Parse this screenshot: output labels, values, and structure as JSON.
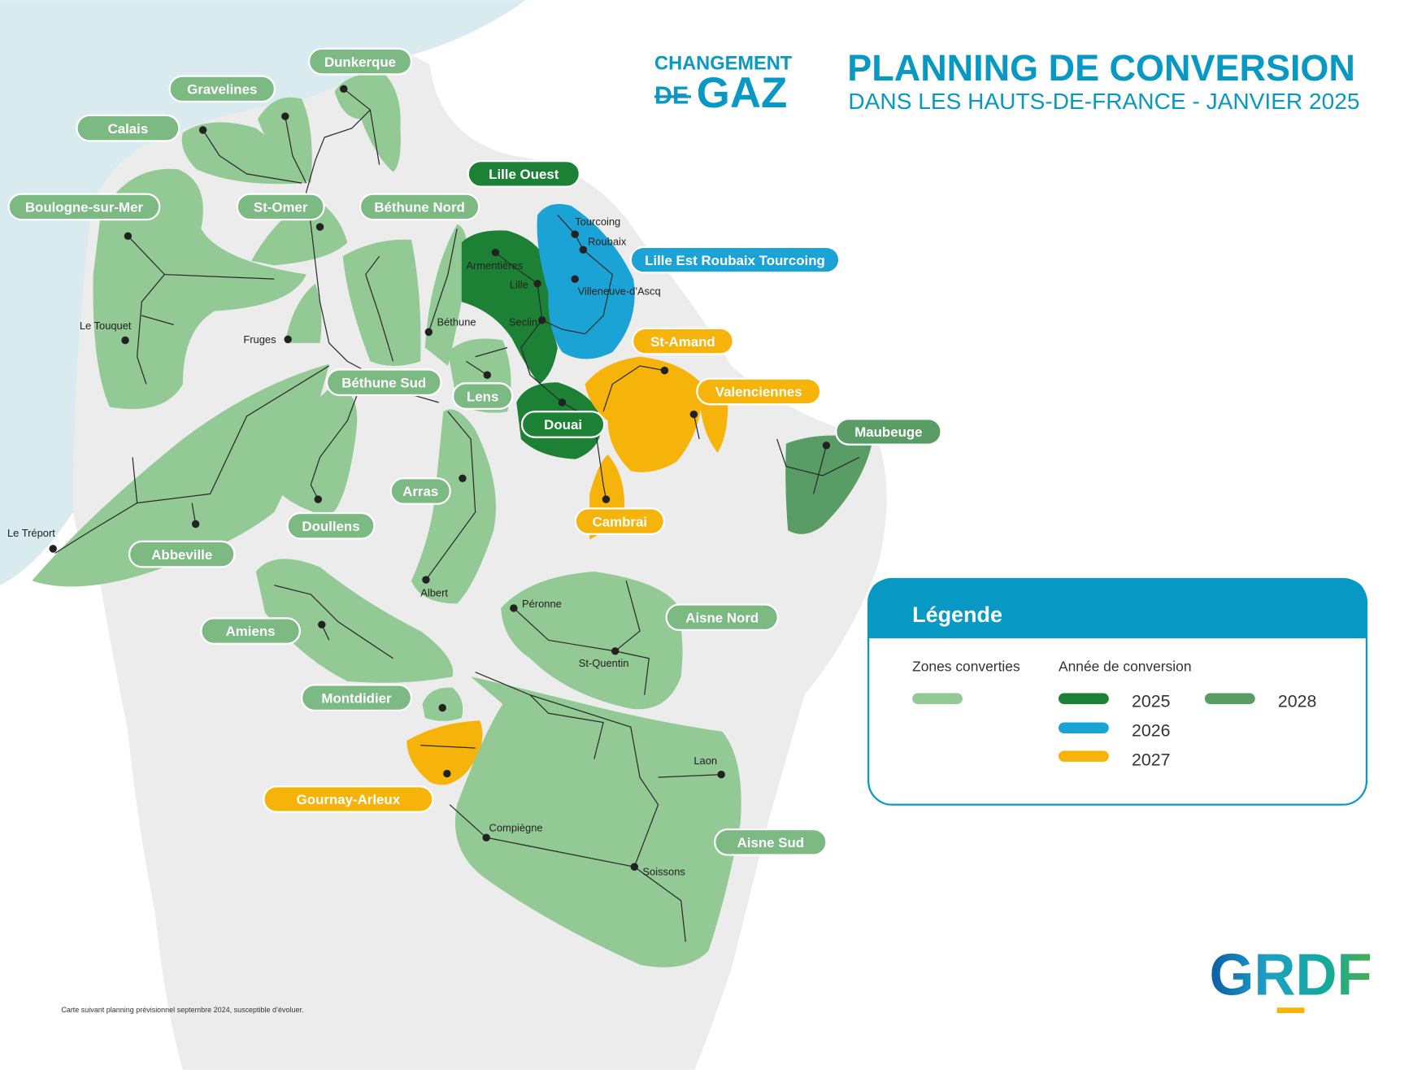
{
  "header": {
    "logo_line1": "CHANGEMENT",
    "logo_line2a": "DE",
    "logo_line2b": "GAZ",
    "title": "PLANNING DE CONVERSION",
    "subtitle": "DANS LES HAUTS-DE-FRANCE - JANVIER 2025"
  },
  "colors": {
    "converted": "#93c995",
    "converted_pill": "#7cb983",
    "y2025": "#1d8135",
    "y2026": "#1ba3d6",
    "y2027": "#f6b30a",
    "y2028": "#5a9c66",
    "brand": "#0799c3"
  },
  "zones": [
    {
      "name": "Dunkerque",
      "status": "converted"
    },
    {
      "name": "Gravelines",
      "status": "converted"
    },
    {
      "name": "Calais",
      "status": "converted"
    },
    {
      "name": "Boulogne-sur-Mer",
      "status": "converted"
    },
    {
      "name": "St-Omer",
      "status": "converted"
    },
    {
      "name": "Béthune Nord",
      "status": "converted"
    },
    {
      "name": "Lille Ouest",
      "status": "2025"
    },
    {
      "name": "Lille Est Roubaix Tourcoing",
      "status": "2026"
    },
    {
      "name": "St-Amand",
      "status": "2027"
    },
    {
      "name": "Valenciennes",
      "status": "2027"
    },
    {
      "name": "Béthune Sud",
      "status": "converted"
    },
    {
      "name": "Lens",
      "status": "converted"
    },
    {
      "name": "Douai",
      "status": "2025"
    },
    {
      "name": "Maubeuge",
      "status": "2028"
    },
    {
      "name": "Arras",
      "status": "converted"
    },
    {
      "name": "Doullens",
      "status": "converted"
    },
    {
      "name": "Cambrai",
      "status": "2027"
    },
    {
      "name": "Abbeville",
      "status": "converted"
    },
    {
      "name": "Amiens",
      "status": "converted"
    },
    {
      "name": "Aisne Nord",
      "status": "converted"
    },
    {
      "name": "Montdidier",
      "status": "converted"
    },
    {
      "name": "Gournay-Arleux",
      "status": "2027"
    },
    {
      "name": "Aisne Sud",
      "status": "converted"
    }
  ],
  "places": [
    "Tourcoing",
    "Roubaix",
    "Lille",
    "Villeneuve-d'Ascq",
    "Armentières",
    "Seclin",
    "Béthune",
    "Fruges",
    "Le Touquet",
    "Le Tréport",
    "Albert",
    "Péronne",
    "St-Quentin",
    "Laon",
    "Compiègne",
    "Soissons"
  ],
  "legend": {
    "title": "Légende",
    "col1_title": "Zones converties",
    "col2_title": "Année de conversion",
    "years": [
      "2025",
      "2026",
      "2027",
      "2028"
    ]
  },
  "footnote": "Carte suivant planning prévisionnel septembre 2024, susceptible d’évoluer.",
  "brand_logo": "GRDF"
}
